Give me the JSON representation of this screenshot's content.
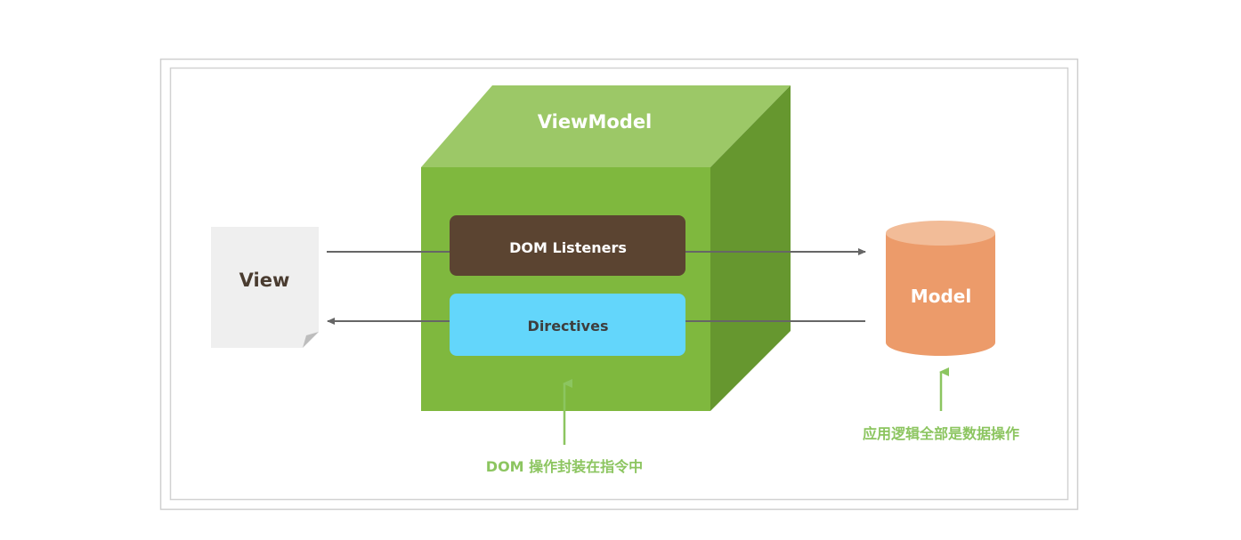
{
  "diagram": {
    "viewmodel": {
      "label": "ViewModel"
    },
    "dom_listeners": {
      "label": "DOM Listeners"
    },
    "directives": {
      "label": "Directives"
    },
    "view": {
      "label": "View"
    },
    "model": {
      "label": "Model"
    },
    "annotations": {
      "dom_note": "DOM 操作封装在指令中",
      "model_note": "应用逻辑全部是数据操作"
    }
  },
  "colors": {
    "cube_front": "#7fb83e",
    "cube_top": "#9cc867",
    "cube_side": "#66972f",
    "dom_listeners": "#5b4431",
    "directives": "#63d6fb",
    "model": "#ec9b6a",
    "model_top": "#f2bc98",
    "view": "#efefef",
    "note_green": "#8cc560",
    "arrow": "#666666"
  }
}
